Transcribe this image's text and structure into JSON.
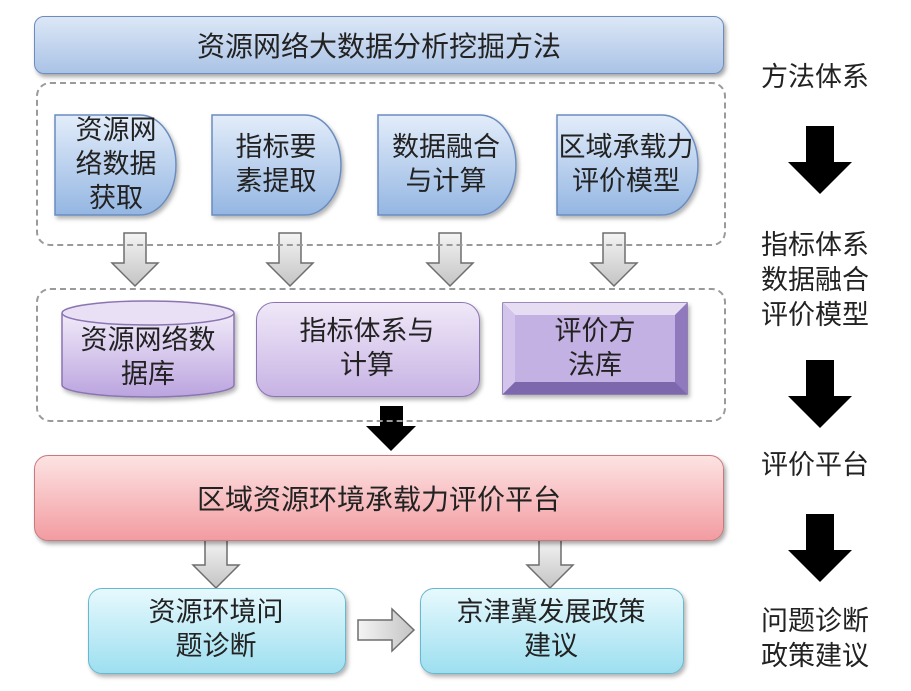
{
  "top_bar": {
    "label": "资源网络大数据分析挖掘方法"
  },
  "methods": [
    {
      "label": "资源网\n络数据\n获取"
    },
    {
      "label": "指标要\n素提取"
    },
    {
      "label": "数据融合\n与计算"
    },
    {
      "label": "区域承载力\n评价模型"
    }
  ],
  "stores": [
    {
      "label": "资源网络数\n据库"
    },
    {
      "label": "指标体系与\n计算"
    },
    {
      "label": "评价方\n法库"
    }
  ],
  "platform": {
    "label": "区域资源环境承载力评价平台"
  },
  "outputs": [
    {
      "label": "资源环境问\n题诊断"
    },
    {
      "label": "京津冀发展政策\n建议"
    }
  ],
  "stages": [
    {
      "label": "方法体系"
    },
    {
      "label": "指标体系\n数据融合\n评价模型"
    },
    {
      "label": "评价平台"
    },
    {
      "label": "问题诊断\n政策建议"
    }
  ],
  "colors": {
    "top_bar": "#aac3e6",
    "method_fill": "#a9c6ea",
    "store_fill": "#c7b3e4",
    "platform_fill": "#f29ca1",
    "output_fill": "#9ddff0",
    "arrow_black": "#000000",
    "arrow_gray": "#d9d9d9"
  }
}
